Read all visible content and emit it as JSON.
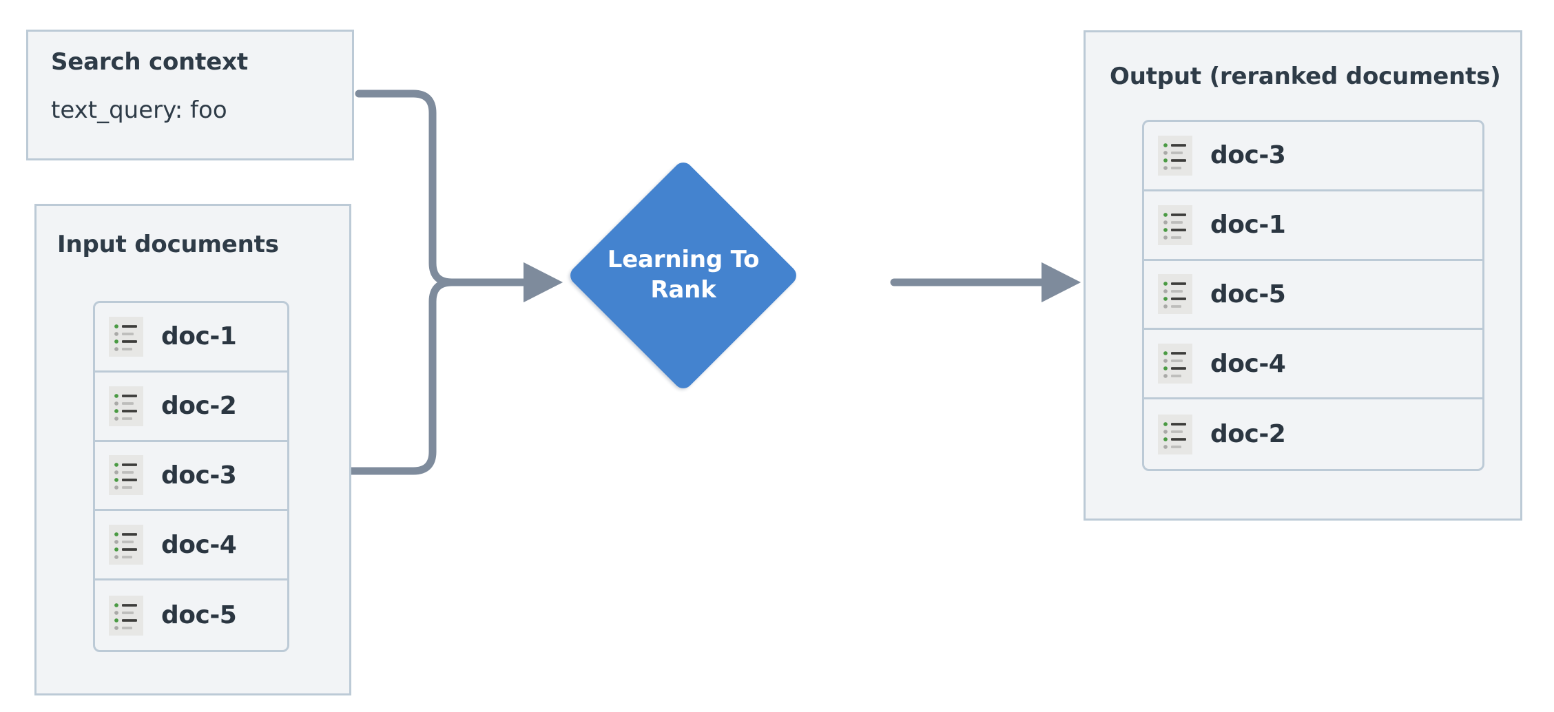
{
  "diagram": {
    "type": "flowchart",
    "background_color": "#ffffff",
    "panel_fill": "#f2f4f6",
    "panel_border": "#bccad6",
    "text_color": "#2e3b47",
    "accent_color": "#4483cf",
    "connector_color": "#7e8b9c",
    "icon_tile_color": "#e7e7e5",
    "icon_bullet_active_color": "#4a9a43",
    "icon_bullet_muted_color": "#a9a9a7",
    "icon_line_active_color": "#3d3d3b",
    "icon_line_muted_color": "#bdbdbb"
  },
  "search_context": {
    "title": "Search context",
    "fields": [
      {
        "key": "text_query",
        "value": "foo",
        "display": "text_query: foo"
      }
    ]
  },
  "input_documents": {
    "title": "Input documents",
    "items": [
      {
        "icon": "document-list-icon",
        "label": "doc-1"
      },
      {
        "icon": "document-list-icon",
        "label": "doc-2"
      },
      {
        "icon": "document-list-icon",
        "label": "doc-3"
      },
      {
        "icon": "document-list-icon",
        "label": "doc-4"
      },
      {
        "icon": "document-list-icon",
        "label": "doc-5"
      }
    ]
  },
  "process": {
    "label": "Learning To Rank",
    "label_line_1": "Learning To",
    "label_line_2": "Rank",
    "shape": "diamond"
  },
  "output": {
    "title": "Output (reranked documents)",
    "items": [
      {
        "icon": "document-list-icon",
        "label": "doc-3"
      },
      {
        "icon": "document-list-icon",
        "label": "doc-1"
      },
      {
        "icon": "document-list-icon",
        "label": "doc-5"
      },
      {
        "icon": "document-list-icon",
        "label": "doc-4"
      },
      {
        "icon": "document-list-icon",
        "label": "doc-2"
      }
    ]
  },
  "connectors": [
    {
      "from": "search-context",
      "to": "learning-to-rank",
      "style": "elbow-rounded",
      "arrowhead": true
    },
    {
      "from": "input-documents",
      "to": "learning-to-rank",
      "style": "elbow-rounded",
      "arrowhead": true
    },
    {
      "from": "learning-to-rank",
      "to": "output",
      "style": "straight",
      "arrowhead": true
    }
  ]
}
